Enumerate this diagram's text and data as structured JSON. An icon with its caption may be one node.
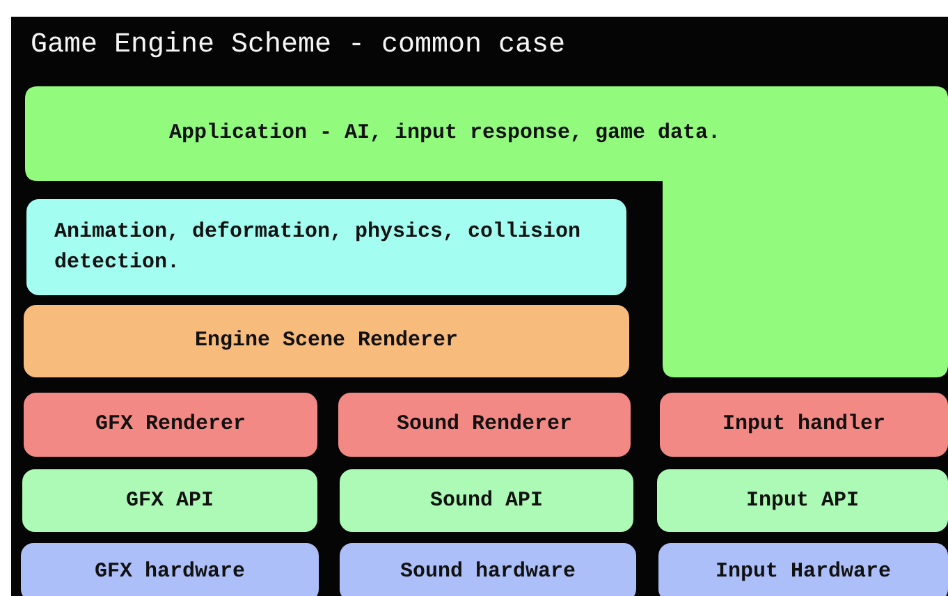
{
  "diagram": {
    "title": "Game Engine Scheme - common case",
    "nodes": [
      {
        "text": [
          "Application - AI, input response, game data."
        ]
      },
      {
        "text": [
          "Animation, deformation, physics, collision detection."
        ]
      },
      {
        "text": [
          "Engine Scene Renderer"
        ]
      },
      {
        "text": [
          "GFX Renderer"
        ]
      },
      {
        "text": [
          "Sound Renderer"
        ]
      },
      {
        "text": [
          "Input handler"
        ]
      },
      {
        "text": [
          "GFX API"
        ]
      },
      {
        "text": [
          "Sound API"
        ]
      },
      {
        "text": [
          "Input API"
        ]
      },
      {
        "text": [
          "GFX hardware"
        ]
      },
      {
        "text": [
          "Sound hardware"
        ]
      },
      {
        "text": [
          "Input Hardware"
        ]
      }
    ]
  }
}
